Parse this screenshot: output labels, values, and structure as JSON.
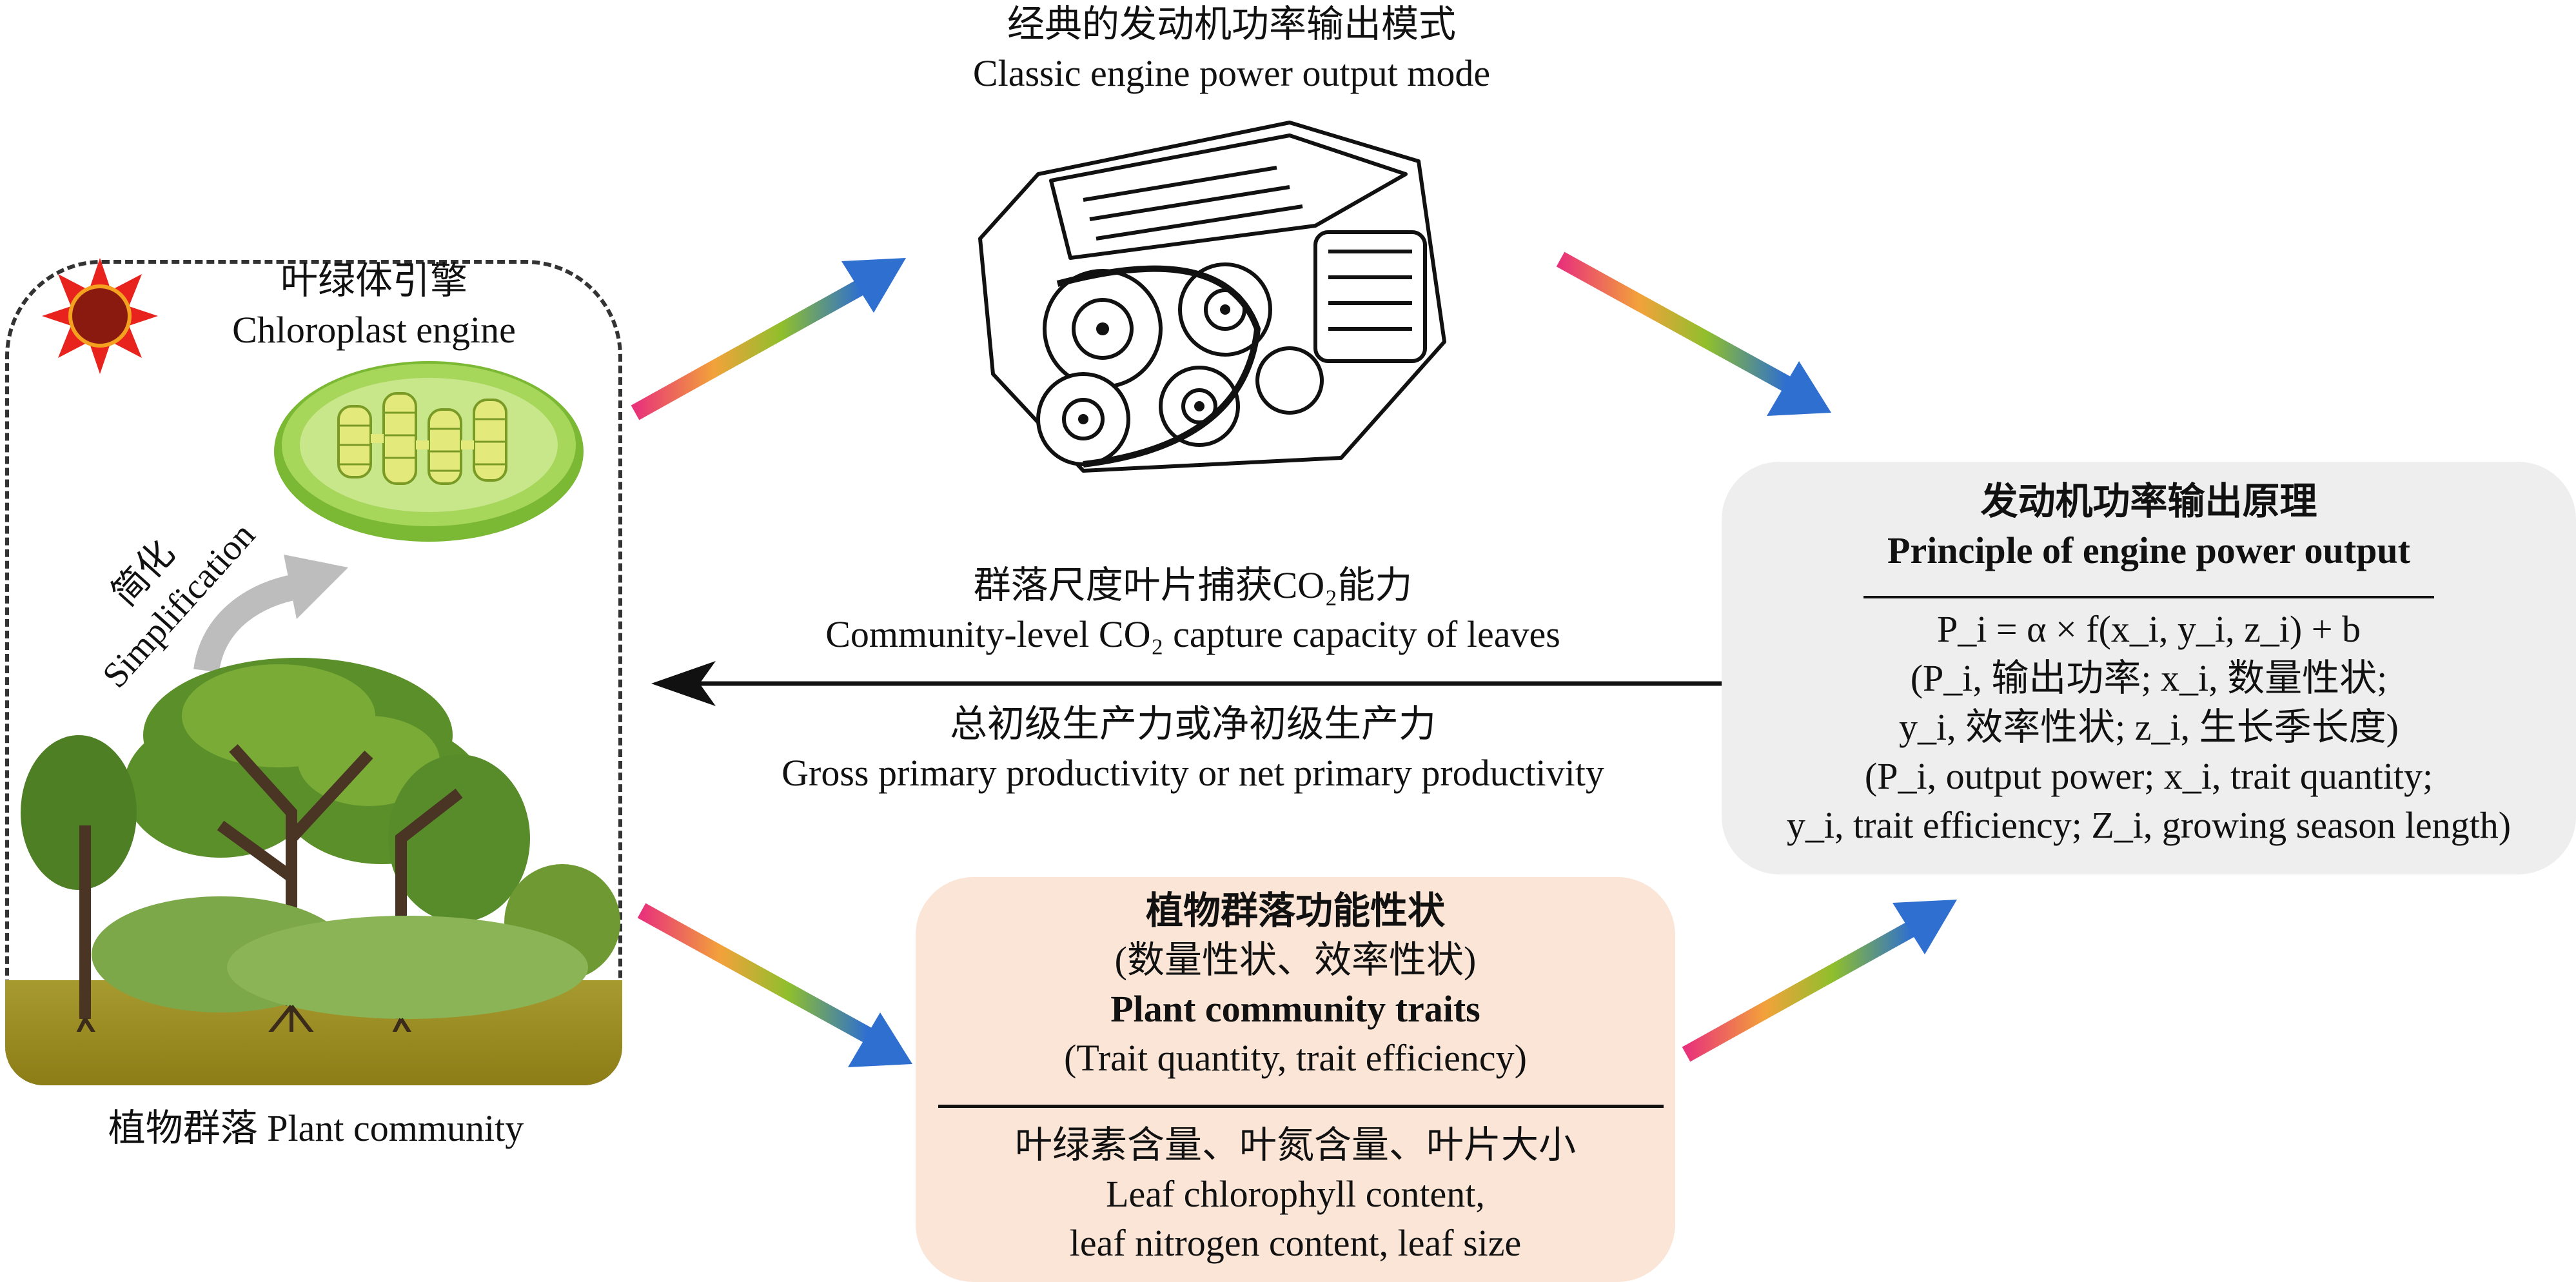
{
  "plant_community": {
    "engine_title_cn": "叶绿体引擎",
    "engine_title_en": "Chloroplast engine",
    "simplify_cn": "简化",
    "simplify_en": "Simplification",
    "caption": "植物群落 Plant community"
  },
  "classic_engine": {
    "title_cn": "经典的发动机功率输出模式",
    "title_en": "Classic engine power output mode"
  },
  "principle": {
    "title_cn": "发动机功率输出原理",
    "title_en": "Principle of engine power output",
    "formula": "P_i = α × f(x_i, y_i, z_i) + b",
    "legend_cn_1": "(P_i, 输出功率; x_i, 数量性状;",
    "legend_cn_2": "y_i, 效率性状; z_i, 生长季长度)",
    "legend_en_1": "(P_i, output power; x_i, trait quantity;",
    "legend_en_2": "y_i, trait efficiency; Z_i, growing season length)"
  },
  "community_capture": {
    "top_cn": "群落尺度叶片捕获CO₂能力",
    "top_en": "Community-level CO₂ capture capacity of leaves",
    "bottom_cn": "总初级生产力或净初级生产力",
    "bottom_en": "Gross primary productivity or net primary productivity"
  },
  "traits": {
    "title_cn": "植物群落功能性状",
    "subtitle_cn": "(数量性状、效率性状)",
    "title_en": "Plant community traits",
    "subtitle_en": "(Trait quantity, trait efficiency)",
    "items_cn": "叶绿素含量、叶氮含量、叶片大小",
    "items_en_1": "Leaf chlorophyll content,",
    "items_en_2": "leaf nitrogen content, leaf size"
  },
  "colors": {
    "gradient": [
      "#e8327a",
      "#f2a23a",
      "#8fbf2c",
      "#2f6fd0"
    ],
    "engine_box": "#eeeeee",
    "traits_box": "#fae5d6",
    "chloroplast": "#8cc63f",
    "sun": "#e8231e"
  },
  "icons": [
    "sun-icon",
    "chloroplast-icon",
    "engine-icon",
    "tree-icon",
    "curved-arrow-icon"
  ]
}
